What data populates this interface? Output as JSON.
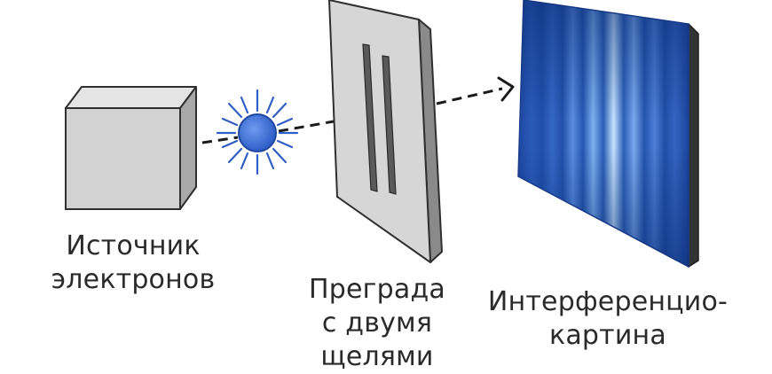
{
  "labels": {
    "source": {
      "line1": "Источник",
      "line2": "электронов"
    },
    "barrier": {
      "line1": "Преграда",
      "line2": "с двумя",
      "line3": "щелями"
    },
    "screen": {
      "line1": "Интерференцио-",
      "line2": "картина"
    }
  },
  "colors": {
    "box_front": "#d3d3d3",
    "box_top": "#e6e6e6",
    "box_side": "#a6a6a6",
    "electron": "#3d6fd4",
    "electron_rays": "#2f5fc4",
    "barrier_face": "#d6d6d6",
    "slit": "#5a5a5a",
    "screen_base": "#1f4fa8",
    "screen_fringe": "#c9e6ff",
    "path": "#1a1a1a"
  },
  "icons": {
    "electron": "electron-burst-icon",
    "arrow": "arrowhead-icon"
  }
}
